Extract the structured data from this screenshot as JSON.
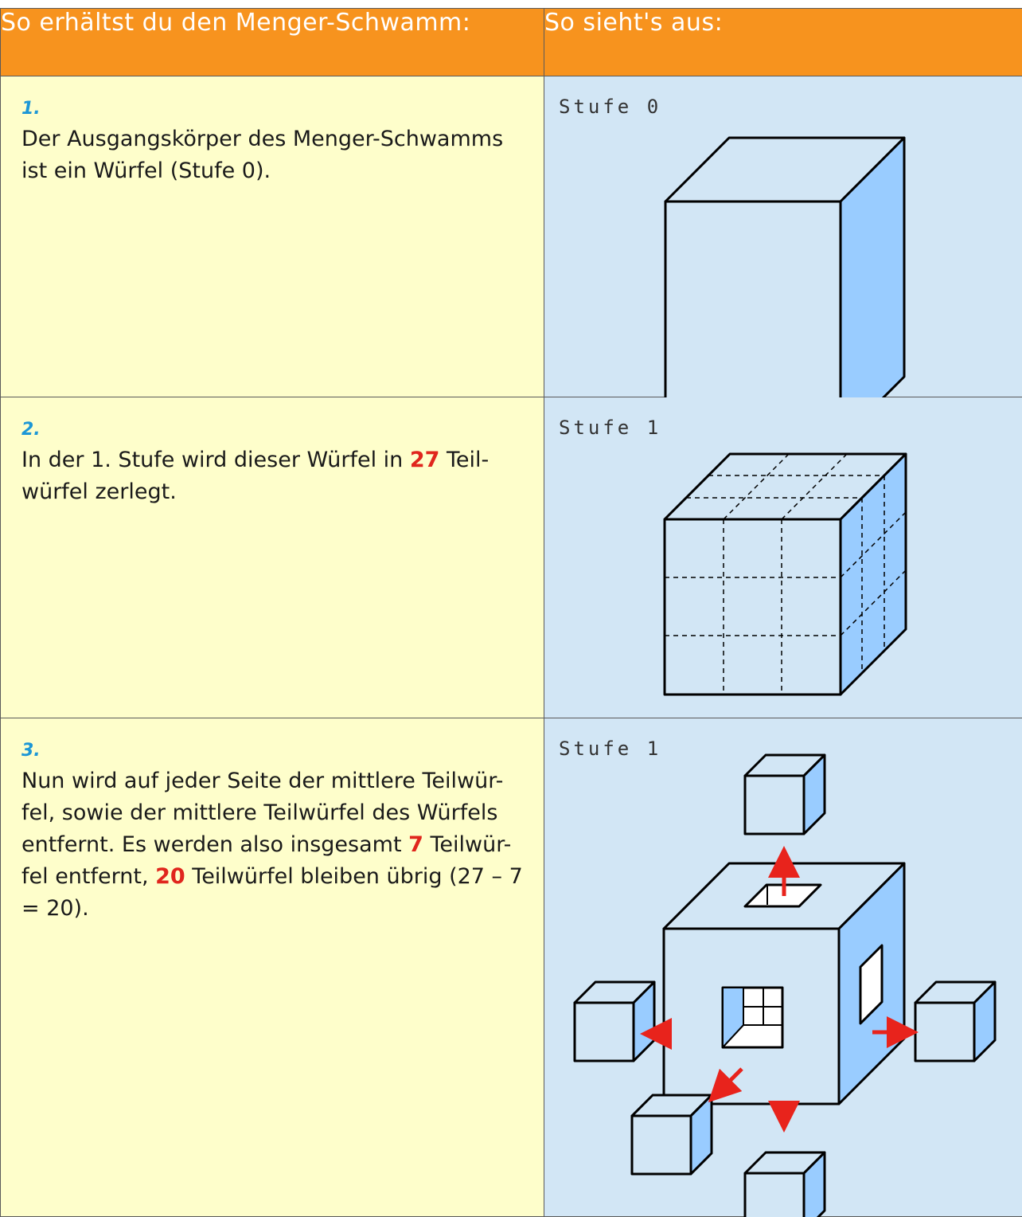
{
  "header": {
    "left_title": "So erhältst du den Menger-Schwamm:",
    "right_title": "So sieht's aus:"
  },
  "rows": [
    {
      "number": "1.",
      "text": "Der Ausgangskörper des Menger-Schwamms ist ein Würfel (Stufe 0).",
      "stage_label": "Stufe 0"
    },
    {
      "number": "2.",
      "text_before": "In der 1. Stufe wird dieser Würfel in ",
      "count": "27",
      "text_after": " Teil-würfel zerlegt.",
      "stage_label": "Stufe 1"
    },
    {
      "number": "3.",
      "text_a": "Nun wird auf jeder Seite der mittlere Teilwür-fel, sowie der mittlere Teilwürfel des Würfels entfernt. Es werden also insgesamt ",
      "removed": "7",
      "text_b": " Teilwür-fel entfernt, ",
      "remaining": "20",
      "text_c": " Teilwürfel bleiben übrig (27 – 7 = 20).",
      "stage_label": "Stufe 1"
    }
  ],
  "colors": {
    "header": "#f7931e",
    "left_cell": "#fefecb",
    "right_cell": "#d2e6f5",
    "cube_side": "#99ccff",
    "highlight": "#e0261d",
    "step_number": "#1d97d6"
  }
}
